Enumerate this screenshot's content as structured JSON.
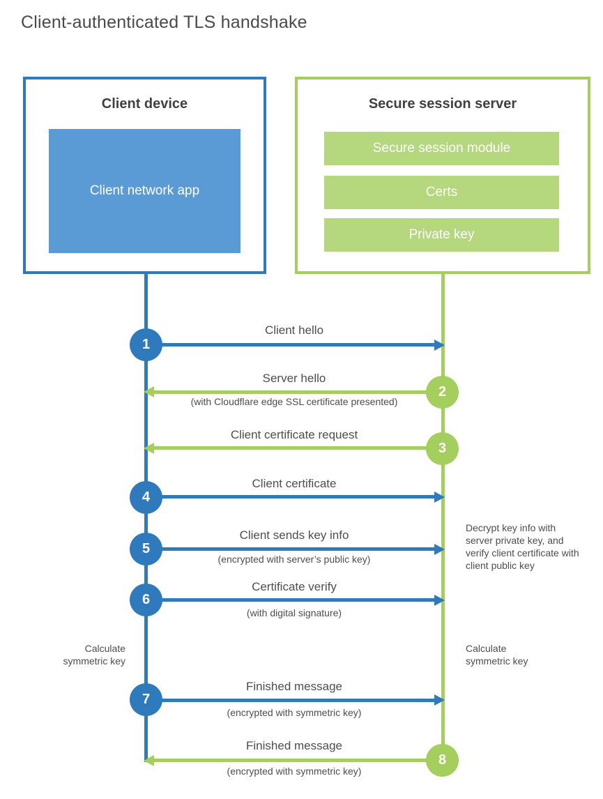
{
  "title": "Client-authenticated TLS handshake",
  "colors": {
    "client_accent": "#2f79bd",
    "client_fill": "#5b9bd5",
    "server_accent": "#a4ce5e",
    "server_fill": "#b5d77e",
    "text": "#4d4d4d",
    "heading": "#404040"
  },
  "client_box": {
    "title": "Client device",
    "app_label": "Client network app"
  },
  "server_box": {
    "title": "Secure session server",
    "modules": [
      "Secure session module",
      "Certs",
      "Private key"
    ]
  },
  "steps": [
    {
      "number": "1",
      "actor": "client",
      "direction": "right",
      "label": "Client hello",
      "sublabel": ""
    },
    {
      "number": "2",
      "actor": "server",
      "direction": "left",
      "label": "Server hello",
      "sublabel": "(with Cloudflare edge SSL certificate presented)"
    },
    {
      "number": "3",
      "actor": "server",
      "direction": "left",
      "label": "Client certificate request",
      "sublabel": ""
    },
    {
      "number": "4",
      "actor": "client",
      "direction": "right",
      "label": "Client certificate",
      "sublabel": ""
    },
    {
      "number": "5",
      "actor": "client",
      "direction": "right",
      "label": "Client sends key info",
      "sublabel": "(encrypted with server’s public key)"
    },
    {
      "number": "6",
      "actor": "client",
      "direction": "right",
      "label": "Certificate verify",
      "sublabel": "(with digital signature)"
    },
    {
      "number": "7",
      "actor": "client",
      "direction": "right",
      "label": "Finished message",
      "sublabel": "(encrypted with symmetric key)"
    },
    {
      "number": "8",
      "actor": "server",
      "direction": "left",
      "label": "Finished message",
      "sublabel": "(encrypted with symmetric key)"
    }
  ],
  "annotations": {
    "server_note": "Decrypt key info with server private key, and verify client certificate with client public key",
    "client_calc": "Calculate symmetric key",
    "server_calc": "Calculate symmetric key"
  }
}
